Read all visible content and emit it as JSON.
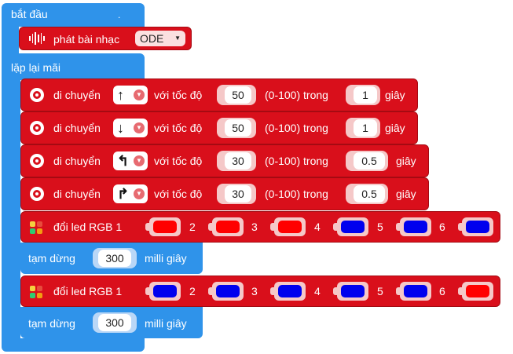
{
  "start_label": "bắt đầu",
  "music": {
    "label": "phát bài nhạc",
    "value": "ODE"
  },
  "loop_label": "lặp lại mãi",
  "moves": [
    {
      "label": "di chuyển",
      "dir": "up-arrow-icon",
      "speed_label": "với tốc độ",
      "speed": "50",
      "range": "(0-100) trong",
      "time": "1",
      "unit": "giây"
    },
    {
      "label": "di chuyển",
      "dir": "down-arrow-icon",
      "speed_label": "với tốc độ",
      "speed": "50",
      "range": "(0-100) trong",
      "time": "1",
      "unit": "giây"
    },
    {
      "label": "di chuyển",
      "dir": "turn-left-arrow-icon",
      "speed_label": "với tốc độ",
      "speed": "30",
      "range": "(0-100) trong",
      "time": "0.5",
      "unit": "giây"
    },
    {
      "label": "di chuyển",
      "dir": "turn-right-arrow-icon",
      "speed_label": "với tốc độ",
      "speed": "30",
      "range": "(0-100) trong",
      "time": "0.5",
      "unit": "giây"
    }
  ],
  "led1": {
    "label": "đổi led RGB 1",
    "indices": [
      "2",
      "3",
      "4",
      "5",
      "6"
    ],
    "colors": [
      "#ff0000",
      "#ff0000",
      "#ff0000",
      "#0000ee",
      "#0000ee",
      "#0000ee"
    ]
  },
  "pause1": {
    "label": "tạm dừng",
    "value": "300",
    "unit": "milli giây"
  },
  "led2": {
    "label": "đổi led RGB 1",
    "indices": [
      "2",
      "3",
      "4",
      "5",
      "6"
    ],
    "colors": [
      "#0000ee",
      "#0000ee",
      "#0000ee",
      "#0000ee",
      "#0000ee",
      "#ff0000"
    ]
  },
  "pause2": {
    "label": "tạm dừng",
    "value": "300",
    "unit": "milli giây"
  },
  "dot_label": "."
}
